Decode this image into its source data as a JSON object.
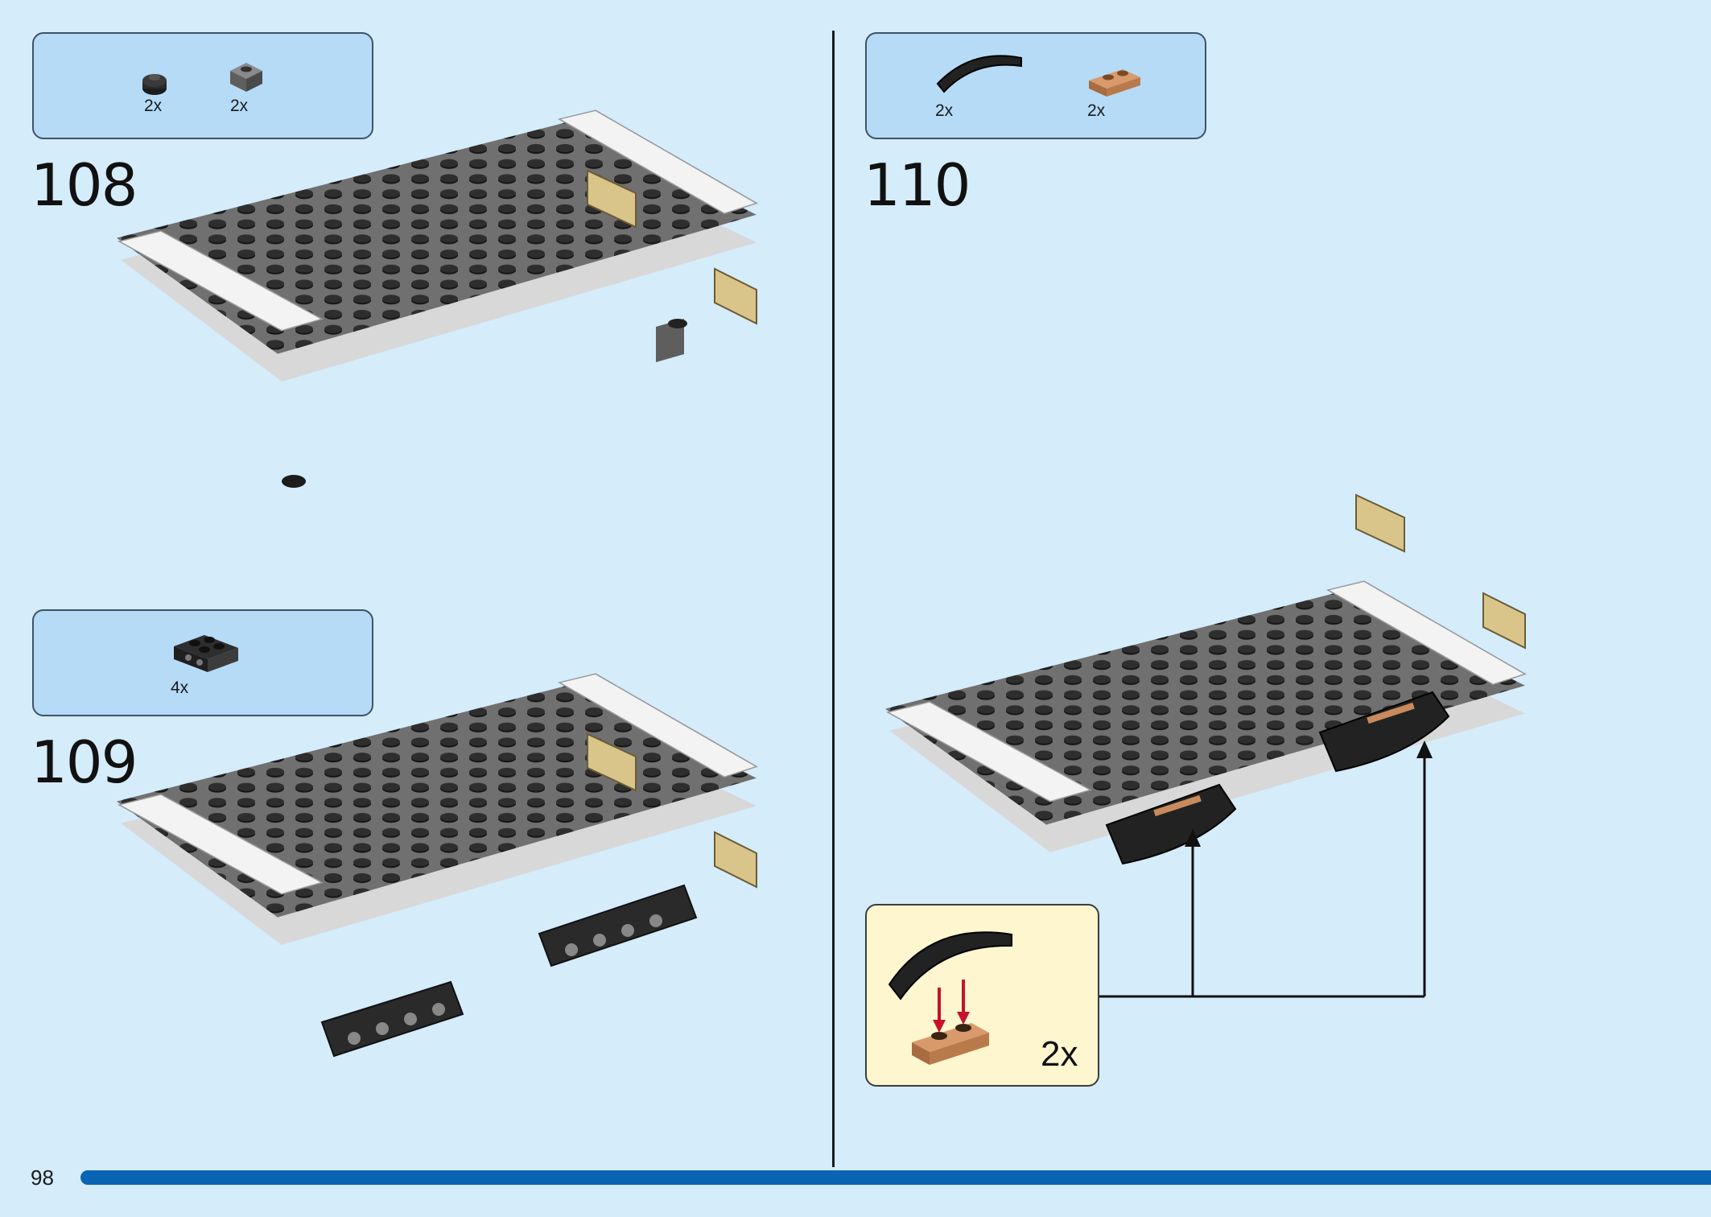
{
  "page": {
    "number": "98"
  },
  "steps": [
    {
      "number": "108",
      "parts": [
        {
          "icon": "black-round-plate-1x1",
          "qty": "2x"
        },
        {
          "icon": "dark-gray-plate-1x1-with-stud",
          "qty": "2x"
        }
      ]
    },
    {
      "number": "109",
      "parts": [
        {
          "icon": "black-plate-2x2-with-side-studs",
          "qty": "4x"
        }
      ]
    },
    {
      "number": "110",
      "parts": [
        {
          "icon": "black-curved-slope-4x1",
          "qty": "2x"
        },
        {
          "icon": "nougat-plate-1x2",
          "qty": "2x"
        }
      ]
    }
  ],
  "callout": {
    "qty": "2x"
  },
  "colors": {
    "background": "#d5ecfb",
    "parts_box": "#b5dbf7",
    "callout_box": "#fef6cf",
    "page_bar": "#0a64b4",
    "baseplate": "#6b6b6b",
    "stud": "#1c1c1c",
    "tan": "#d9c48a",
    "nougat": "#c98a5c",
    "arrow_red": "#c8102e"
  }
}
